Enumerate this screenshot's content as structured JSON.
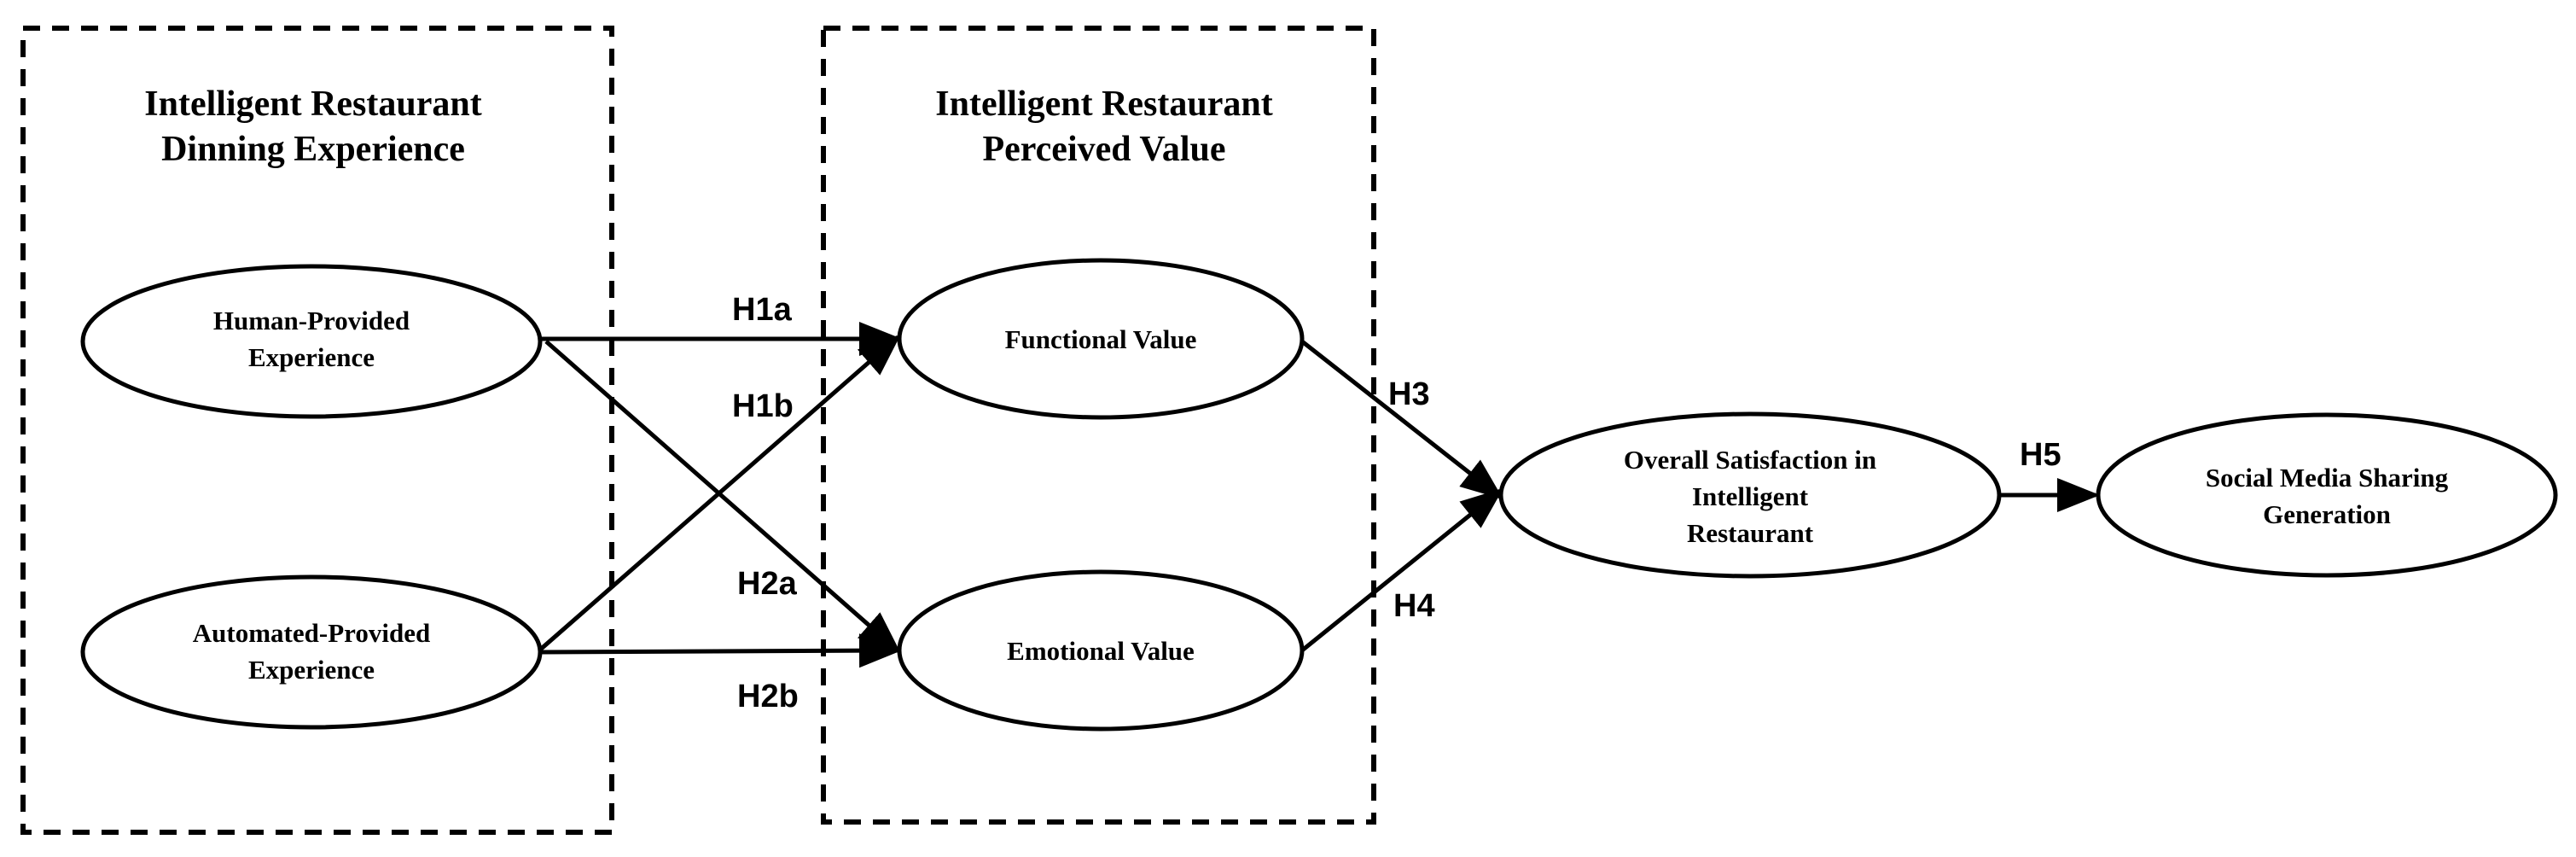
{
  "groups": {
    "experience": {
      "title_line1": "Intelligent  Restaurant",
      "title_line2": "Dinning Experience"
    },
    "perceived_value": {
      "title_line1": "Intelligent  Restaurant",
      "title_line2": "Perceived Value"
    }
  },
  "nodes": {
    "human": {
      "line1": "Human-Provided",
      "line2": "Experience"
    },
    "automated": {
      "line1": "Automated-Provided",
      "line2": "Experience"
    },
    "functional": {
      "line1": "Functional Value"
    },
    "emotional": {
      "line1": "Emotional Value"
    },
    "satisfaction": {
      "line1": "Overall Satisfaction in",
      "line2": "Intelligent",
      "line3": "Restaurant"
    },
    "social": {
      "line1": "Social Media Sharing",
      "line2": "Generation"
    }
  },
  "hypotheses": {
    "h1a": "H1a",
    "h1b": "H1b",
    "h2a": "H2a",
    "h2b": "H2b",
    "h3": "H3",
    "h4": "H4",
    "h5": "H5"
  },
  "colors": {
    "stroke": "#000000",
    "background": "#ffffff"
  }
}
